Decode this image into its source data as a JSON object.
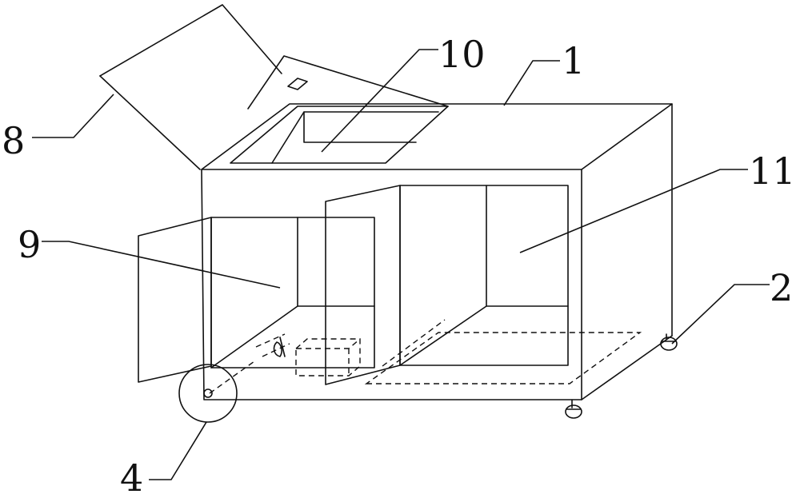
{
  "figure": {
    "labels": {
      "body": "1",
      "caster": "2",
      "wheel": "4",
      "lid_flap": "8",
      "left_compartment": "9",
      "top_opening": "10",
      "right_compartment": "11"
    }
  }
}
